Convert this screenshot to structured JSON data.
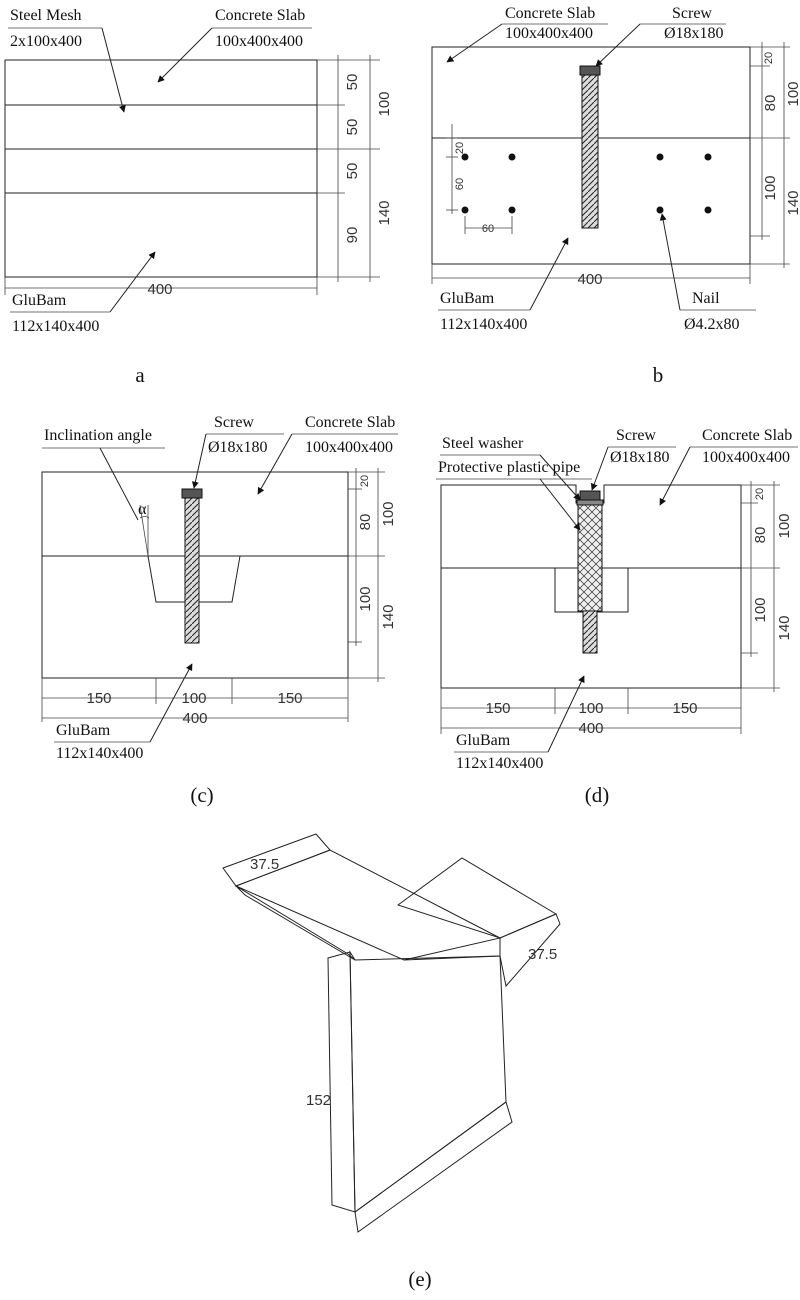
{
  "panel_a": {
    "steel_mesh": "Steel Mesh",
    "steel_mesh_size": "2x100x400",
    "slab": "Concrete Slab",
    "slab_size": "100x400x400",
    "glubam": "GluBam",
    "glubam_size": "112x140x400",
    "dims": {
      "d50a": "50",
      "d50b": "50",
      "d50c": "50",
      "d90": "90",
      "d100": "100",
      "d140": "140",
      "d400": "400"
    },
    "caption": "a"
  },
  "panel_b": {
    "slab": "Concrete Slab",
    "slab_size": "100x400x400",
    "screw": "Screw",
    "screw_size": "Ø18x180",
    "glubam": "GluBam",
    "glubam_size": "112x140x400",
    "nail": "Nail",
    "nail_size": "Ø4.2x80",
    "dims": {
      "d20a": "20",
      "d80": "80",
      "d100a": "100",
      "d100b": "100",
      "d140": "140",
      "d20b": "20",
      "d60v": "60",
      "d60h": "60",
      "d400": "400"
    },
    "caption": "b"
  },
  "panel_c": {
    "incl": "Inclination angle",
    "alpha": "α",
    "screw": "Screw",
    "screw_size": "Ø18x180",
    "slab": "Concrete Slab",
    "slab_size": "100x400x400",
    "glubam": "GluBam",
    "glubam_size": "112x140x400",
    "dims": {
      "d20": "20",
      "d80": "80",
      "d100a": "100",
      "d100b": "100",
      "d140": "140",
      "d150a": "150",
      "d100c": "100",
      "d150b": "150",
      "d400": "400"
    },
    "caption": "(c)"
  },
  "panel_d": {
    "washer": "Steel washer",
    "pipe": "Protective plastic pipe",
    "screw": "Screw",
    "screw_size": "Ø18x180",
    "slab": "Concrete Slab",
    "slab_size": "100x400x400",
    "glubam": "GluBam",
    "glubam_size": "112x140x400",
    "dims": {
      "d20": "20",
      "d80": "80",
      "d100a": "100",
      "d100b": "100",
      "d140": "140",
      "d150a": "150",
      "d100c": "100",
      "d150b": "150",
      "d400": "400"
    },
    "caption": "(d)"
  },
  "panel_e": {
    "d375a": "37.5",
    "d375b": "37.5",
    "d152": "152",
    "caption": "(e)"
  }
}
